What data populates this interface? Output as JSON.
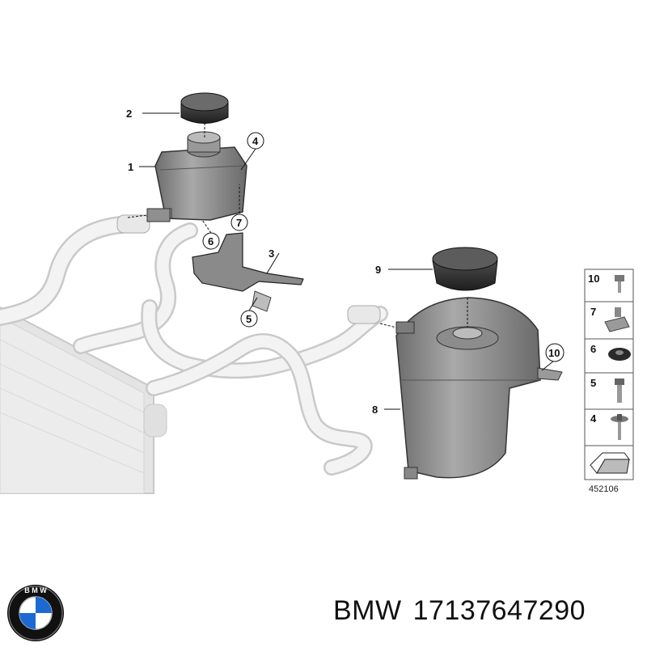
{
  "diagram": {
    "callouts": {
      "c1": "1",
      "c2": "2",
      "c3": "3",
      "c4": "4",
      "c5": "5",
      "c6": "6",
      "c7": "7",
      "c8": "8",
      "c9": "9",
      "c10": "10"
    },
    "legend": {
      "items": [
        "10",
        "7",
        "6",
        "5",
        "4"
      ],
      "reference_number": "452106"
    }
  },
  "footer": {
    "brand": "BMW",
    "part_number": "17137647290",
    "logo_lettering": "BMW"
  }
}
